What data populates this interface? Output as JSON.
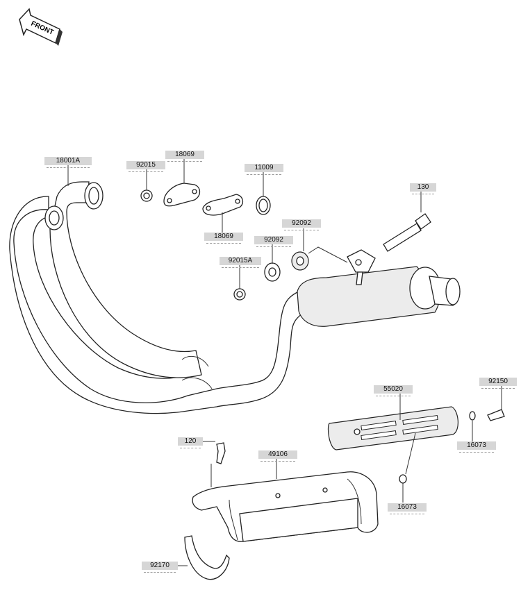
{
  "front_badge": {
    "text": "FRONT"
  },
  "callouts": [
    {
      "id": "c-18001A",
      "text": "18001A"
    },
    {
      "id": "c-92015",
      "text": "92015"
    },
    {
      "id": "c-18069a",
      "text": "18069"
    },
    {
      "id": "c-11009",
      "text": "11009"
    },
    {
      "id": "c-18069b",
      "text": "18069"
    },
    {
      "id": "c-130",
      "text": "130"
    },
    {
      "id": "c-92092a",
      "text": "92092"
    },
    {
      "id": "c-92092b",
      "text": "92092"
    },
    {
      "id": "c-92015A",
      "text": "92015A"
    },
    {
      "id": "c-55020",
      "text": "55020"
    },
    {
      "id": "c-92150",
      "text": "92150"
    },
    {
      "id": "c-16073a",
      "text": "16073"
    },
    {
      "id": "c-120",
      "text": "120"
    },
    {
      "id": "c-49106",
      "text": "49106"
    },
    {
      "id": "c-16073b",
      "text": "16073"
    },
    {
      "id": "c-92170",
      "text": "92170"
    }
  ]
}
